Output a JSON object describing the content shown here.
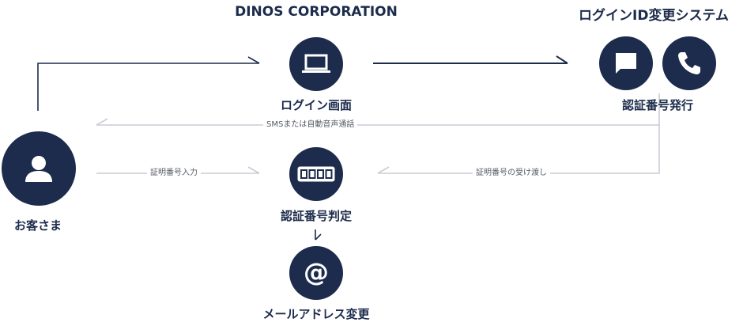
{
  "headings": {
    "company": "DINOS CORPORATION",
    "system": "ログインID変更システム"
  },
  "nodes": {
    "customer": "お客さま",
    "login_screen": "ログイン画面",
    "code_issue": "認証番号発行",
    "code_check": "認証番号判定",
    "email_change": "メールアドレス変更"
  },
  "edges": {
    "sms_or_call": "SMSまたは自動音声通話",
    "code_input": "証明番号入力",
    "code_handover": "証明番号の受け渡し"
  },
  "icons": {
    "customer": "user-icon",
    "login_screen": "laptop-icon",
    "sms": "chat-icon",
    "call": "phone-icon",
    "code_check": "pin-code-icon",
    "email_change": "at-sign-icon"
  },
  "colors": {
    "primary": "#1d2c4c",
    "dark_connector": "#1d2c4c",
    "light_connector": "#c9cdd3"
  }
}
